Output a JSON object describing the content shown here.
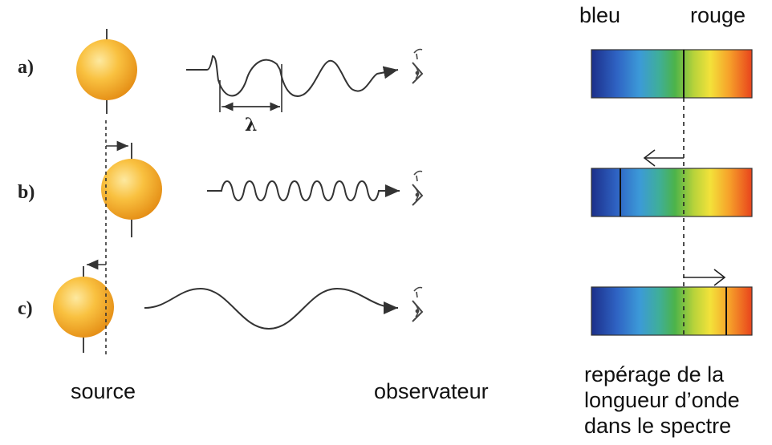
{
  "rows": [
    {
      "label": "a)"
    },
    {
      "label": "b)"
    },
    {
      "label": "c)"
    }
  ],
  "wavelength_symbol": "λ",
  "captions": {
    "source": "source",
    "observer": "observateur",
    "spectrum_line1": "repérage de la",
    "spectrum_line2": "longueur d’onde",
    "spectrum_line3": "dans le spectre"
  },
  "spectrum_labels": {
    "blue": "bleu",
    "red": "rouge"
  },
  "colors": {
    "star_light": "#fdd87a",
    "star_mid": "#f7b733",
    "star_dark": "#e08a12",
    "line": "#333333"
  },
  "icons": {
    "observer": "eye-icon",
    "source": "star-sphere"
  }
}
